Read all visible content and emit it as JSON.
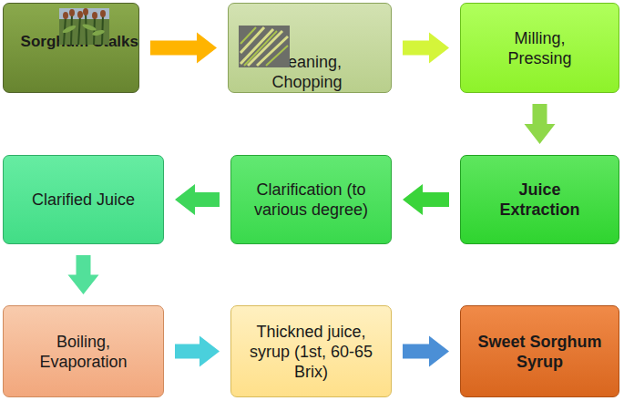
{
  "diagram": {
    "nodes": [
      {
        "text": [
          "Sorghum Stalks"
        ]
      },
      {
        "text": [
          "Cleaning, Chopping"
        ]
      },
      {
        "text": [
          "Milling, Pressing"
        ]
      },
      {
        "text": [
          "Juice Extraction"
        ]
      },
      {
        "text": [
          "Clarification (to various degree)"
        ]
      },
      {
        "text": [
          "Clarified Juice"
        ]
      },
      {
        "text": [
          "Boiling, Evaporation"
        ]
      },
      {
        "text": [
          "Thickned juice, syrup (1st, 60-65 Brix)"
        ]
      },
      {
        "text": [
          "Sweet Sorghum Syrup"
        ]
      }
    ],
    "edges": [
      {
        "from": 0,
        "to": 1,
        "arrow": "to"
      },
      {
        "from": 1,
        "to": 2,
        "arrow": "to"
      },
      {
        "from": 2,
        "to": 3,
        "arrow": "to"
      },
      {
        "from": 3,
        "to": 4,
        "arrow": "to"
      },
      {
        "from": 4,
        "to": 5,
        "arrow": "to"
      },
      {
        "from": 5,
        "to": 6,
        "arrow": "to"
      },
      {
        "from": 6,
        "to": 7,
        "arrow": "to"
      },
      {
        "from": 7,
        "to": 8,
        "arrow": "to"
      }
    ]
  }
}
